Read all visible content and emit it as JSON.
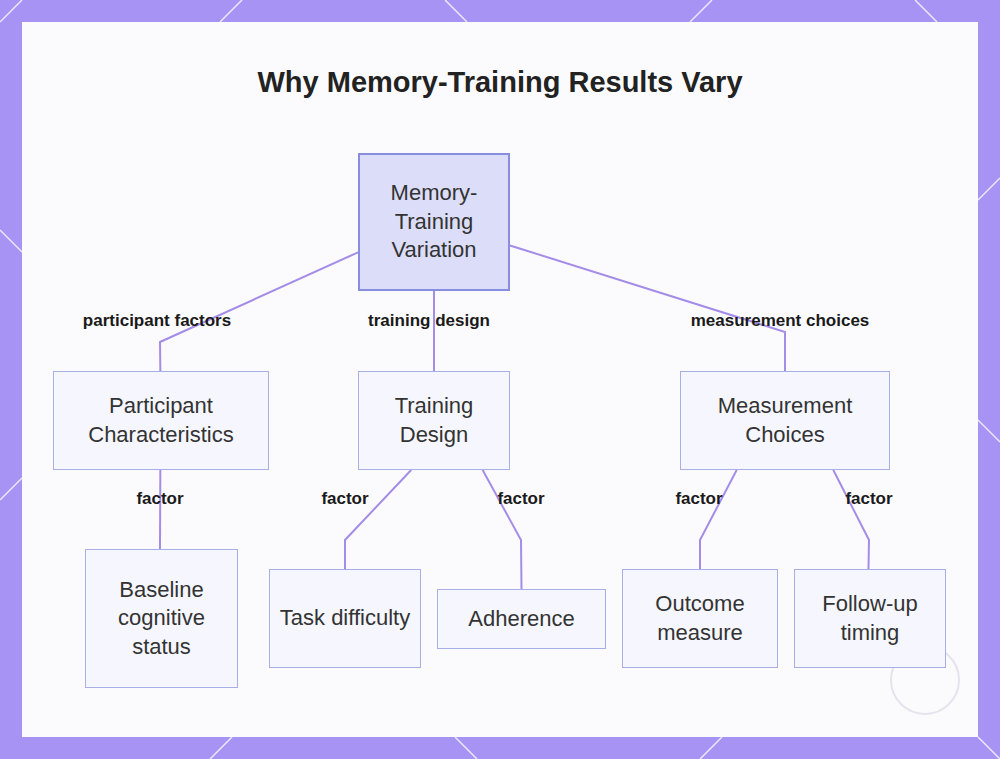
{
  "diagram": {
    "title": "Why Memory-Training Results Vary",
    "nodes": [
      {
        "text": [
          "Memory-Training Variation"
        ]
      },
      {
        "text": [
          "Participant Characteristics"
        ]
      },
      {
        "text": [
          "Training Design"
        ]
      },
      {
        "text": [
          "Measurement Choices"
        ]
      },
      {
        "text": [
          "Baseline cognitive status"
        ]
      },
      {
        "text": [
          "Task difficulty"
        ]
      },
      {
        "text": [
          "Adherence"
        ]
      },
      {
        "text": [
          "Outcome measure"
        ]
      },
      {
        "text": [
          "Follow-up timing"
        ]
      }
    ],
    "edges": [
      {
        "from": 0,
        "to": 1,
        "label": "participant factors",
        "arrow": "none"
      },
      {
        "from": 0,
        "to": 2,
        "label": "training design",
        "arrow": "none"
      },
      {
        "from": 0,
        "to": 3,
        "label": "measurement choices",
        "arrow": "none"
      },
      {
        "from": 1,
        "to": 4,
        "label": "factor",
        "arrow": "none"
      },
      {
        "from": 2,
        "to": 5,
        "label": "factor",
        "arrow": "none"
      },
      {
        "from": 2,
        "to": 6,
        "label": "factor",
        "arrow": "none"
      },
      {
        "from": 3,
        "to": 7,
        "label": "factor",
        "arrow": "none"
      },
      {
        "from": 3,
        "to": 8,
        "label": "factor",
        "arrow": "none"
      }
    ]
  }
}
